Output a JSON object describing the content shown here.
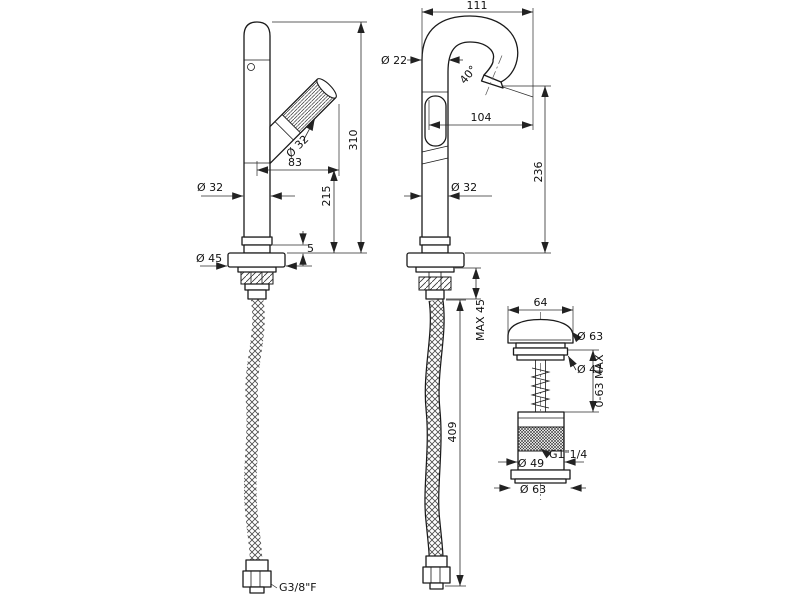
{
  "page": {
    "background": "#ffffff",
    "line_color": "#1a1a1a"
  },
  "drawing": {
    "kind": "dimensional technical drawing",
    "subject": "tall single-lever basin mixer with flexible supply hoses and clic-clac waste",
    "front": {
      "body_diameter": "Ø 32",
      "handle_reach": "83",
      "handle_diameter": "Ø 32",
      "upper_body_height": "215",
      "total_height": "310",
      "base_plate_thickness": "5",
      "base_diameter": "Ø 45"
    },
    "side": {
      "top_projection": "111",
      "spout_diameter": "Ø 22",
      "spout_angle": "40°",
      "spout_reach": "104",
      "outlet_height": "236",
      "body_diameter": "Ø 32",
      "max_deck": "MAX 45",
      "hose_length": "409",
      "hose_thread": "G3/8\"F"
    },
    "waste": {
      "cap_width": "64",
      "cap_diameter": "Ø 63",
      "stem_diameter": "Ø 41",
      "travel": "0-63 MAX",
      "thread": "G1\"1/4",
      "body_diameter": "Ø 49",
      "flange_diameter": "Ø 63"
    }
  }
}
